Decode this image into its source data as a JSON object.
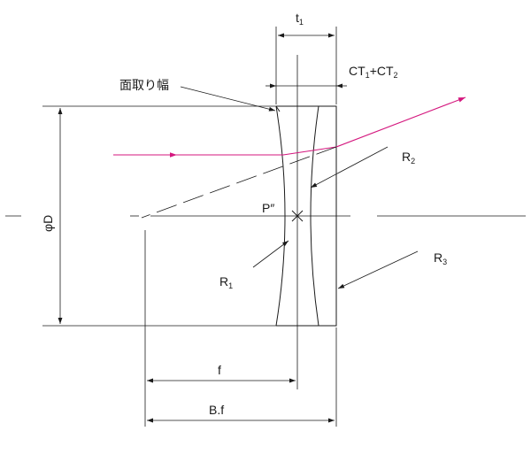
{
  "labels": {
    "t1": {
      "main": "t",
      "sub": "1"
    },
    "ct": {
      "part1": "CT",
      "sub1": "1",
      "plus": "+CT",
      "sub2": "2"
    },
    "chamfer": "面取り幅",
    "r1": {
      "main": "R",
      "sub": "1"
    },
    "r2": {
      "main": "R",
      "sub": "2"
    },
    "r3": {
      "main": "R",
      "sub": "3"
    },
    "p": "P″",
    "diameter": "φD",
    "f": "f",
    "bf": "B.f"
  },
  "colors": {
    "ink": "#1a1a1a",
    "ray": "#d4177e"
  }
}
